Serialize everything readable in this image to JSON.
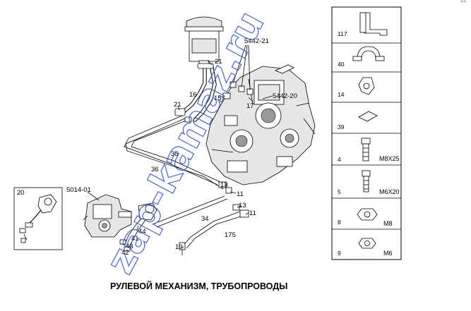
{
  "caption": "РУЛЕВОЙ МЕХАНИЗМ, ТРУБОПРОВОДЫ",
  "watermark": "zap-kamaz.ru",
  "corner_mark": "°°",
  "callouts": {
    "c5442_21": "5442-21",
    "c21_top": "21",
    "c16": "16",
    "c15": "15",
    "c17": "17",
    "c5442_20": "5442-20",
    "c21_mid": "21",
    "c35": "35",
    "c36": "36",
    "c13_a": "13",
    "c11_a": "11",
    "c13_b": "13",
    "c11_b": "11",
    "c34": "34",
    "c175": "175",
    "c19": "19",
    "c44": "44",
    "c41": "41",
    "c43": "43",
    "c42": "42",
    "c20": "20",
    "c5014_01": "5014-01"
  },
  "parts_panel": [
    {
      "num": "117",
      "size": ""
    },
    {
      "num": "40",
      "size": ""
    },
    {
      "num": "14",
      "size": ""
    },
    {
      "num": "39",
      "size": ""
    },
    {
      "num": "4",
      "size": "M8X25"
    },
    {
      "num": "5",
      "size": "M6X20"
    },
    {
      "num": "8",
      "size": "M8"
    },
    {
      "num": "9",
      "size": "M6"
    }
  ],
  "colors": {
    "ink": "#000000",
    "watermark": "#3a55c9",
    "background": "#ffffff"
  }
}
